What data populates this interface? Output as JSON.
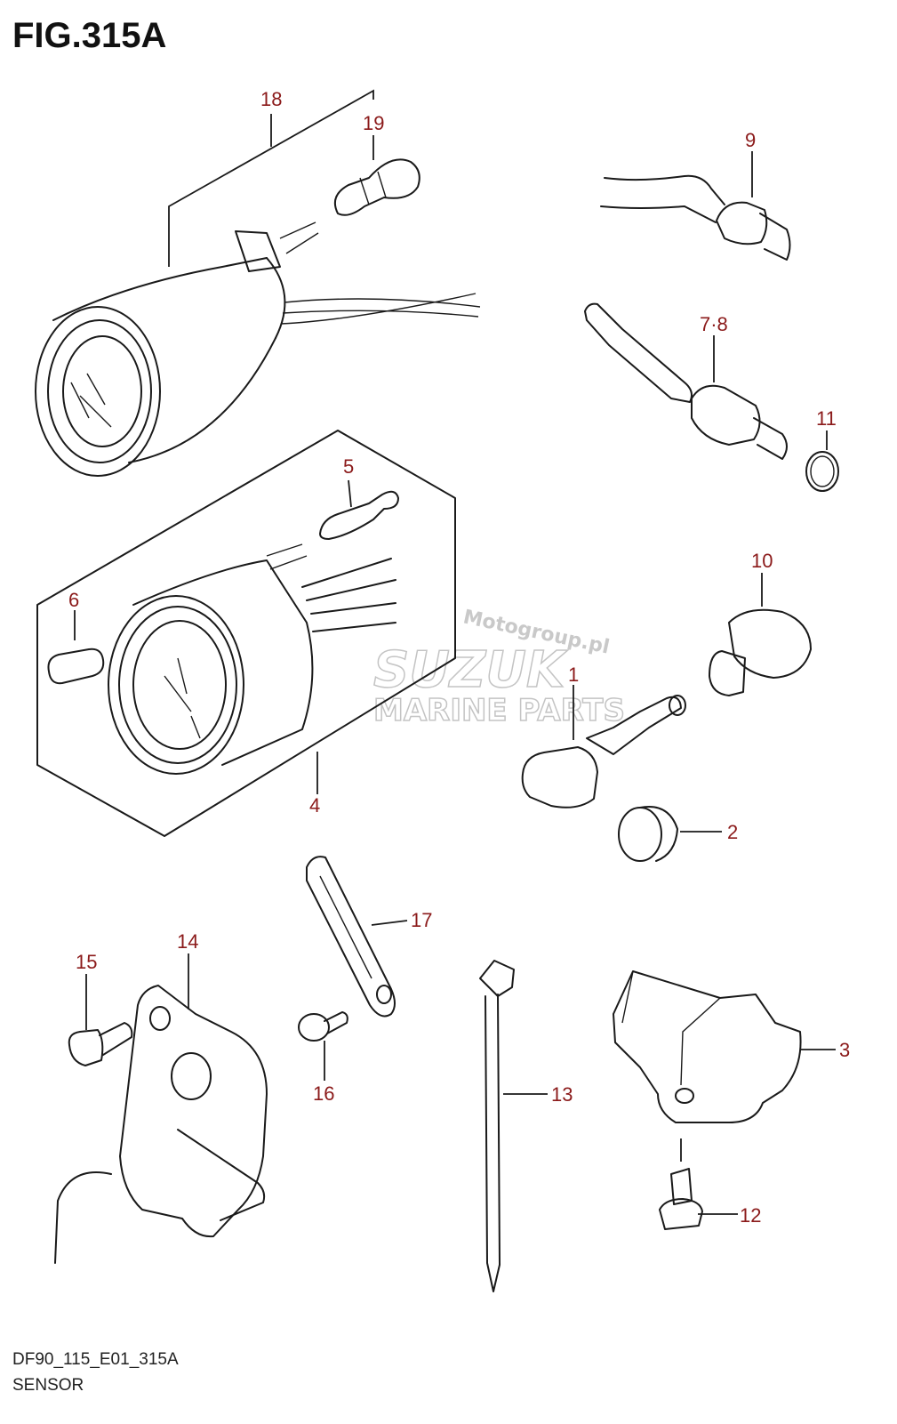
{
  "figure": {
    "title": "FIG.315A"
  },
  "callouts": {
    "c1": "1",
    "c2": "2",
    "c3": "3",
    "c4": "4",
    "c5": "5",
    "c6": "6",
    "c78": "7·8",
    "c9": "9",
    "c10": "10",
    "c11": "11",
    "c12": "12",
    "c13": "13",
    "c14": "14",
    "c15": "15",
    "c16": "16",
    "c17": "17",
    "c18": "18",
    "c19": "19"
  },
  "watermark": {
    "line1": "Motogroup.pl",
    "line2": "SUZUK",
    "line3": "MARINE PARTS"
  },
  "footer": {
    "code": "DF90_115_E01_315A",
    "subtitle": "SENSOR"
  },
  "colors": {
    "callout": "#8b1a1a",
    "line": "#1a1a1a",
    "watermark": "#c9c9c9"
  }
}
